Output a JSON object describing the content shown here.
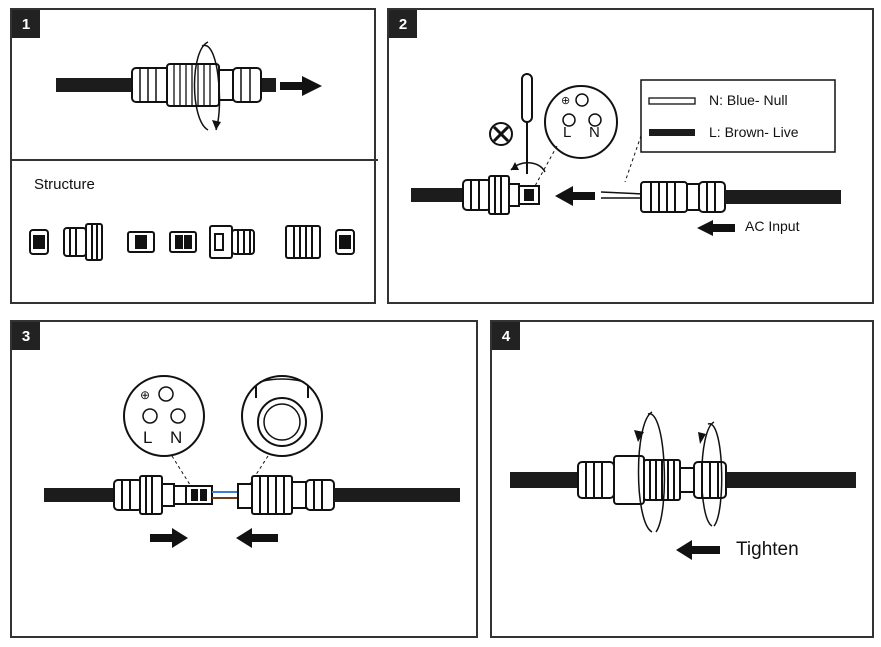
{
  "steps": [
    {
      "number": "1",
      "label": ""
    },
    {
      "number": "2",
      "label": ""
    },
    {
      "number": "3",
      "label": ""
    },
    {
      "number": "4",
      "label": "Tighten"
    }
  ],
  "structure": {
    "title": "Structure"
  },
  "legend": {
    "neutral": "N: Blue- Null",
    "live": "L: Brown- Live"
  },
  "ac_input": "AC Input",
  "socket_letters": {
    "l": "L",
    "n": "N",
    "ground": "⊕"
  },
  "colors": {
    "ink": "#1a1a1a",
    "cable": "#1c1c1c",
    "border": "#333333",
    "blue_wire": "#3b7dd8",
    "brown_wire": "#6b3b1c"
  }
}
